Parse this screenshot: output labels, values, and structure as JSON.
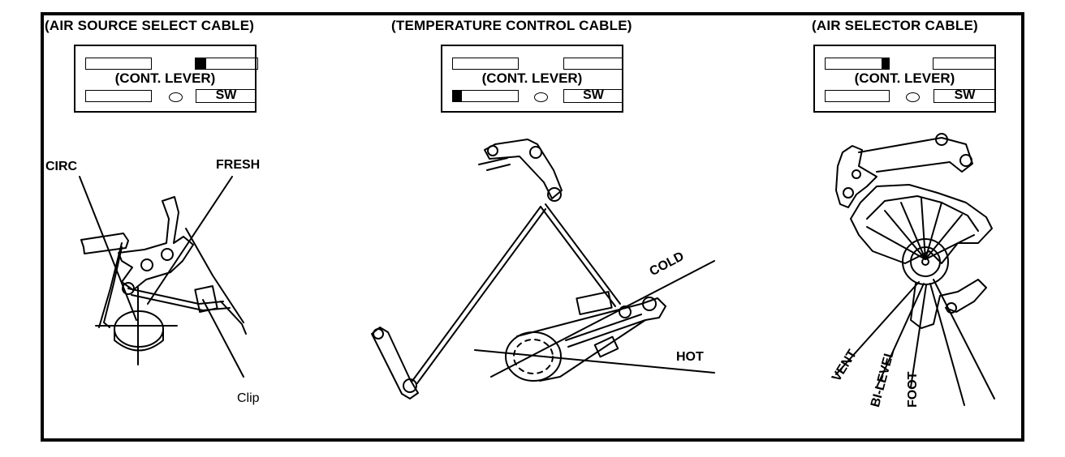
{
  "sections": {
    "air_source": {
      "title": "(AIR SOURCE SELECT CABLE)",
      "panel_label": "(CONT. LEVER)",
      "switch_label": "SW",
      "labels": {
        "circ": "CIRC",
        "fresh": "FRESH",
        "clip": "Clip"
      }
    },
    "temperature": {
      "title": "(TEMPERATURE CONTROL CABLE)",
      "panel_label": "(CONT. LEVER)",
      "switch_label": "SW",
      "labels": {
        "cold": "COLD",
        "hot": "HOT"
      }
    },
    "air_selector": {
      "title": "(AIR SELECTOR CABLE)",
      "panel_label": "(CONT. LEVER)",
      "switch_label": "SW",
      "labels": {
        "vent": "VENT",
        "bilevel": "BI-LEVEL",
        "foot": "FOOT"
      }
    }
  }
}
